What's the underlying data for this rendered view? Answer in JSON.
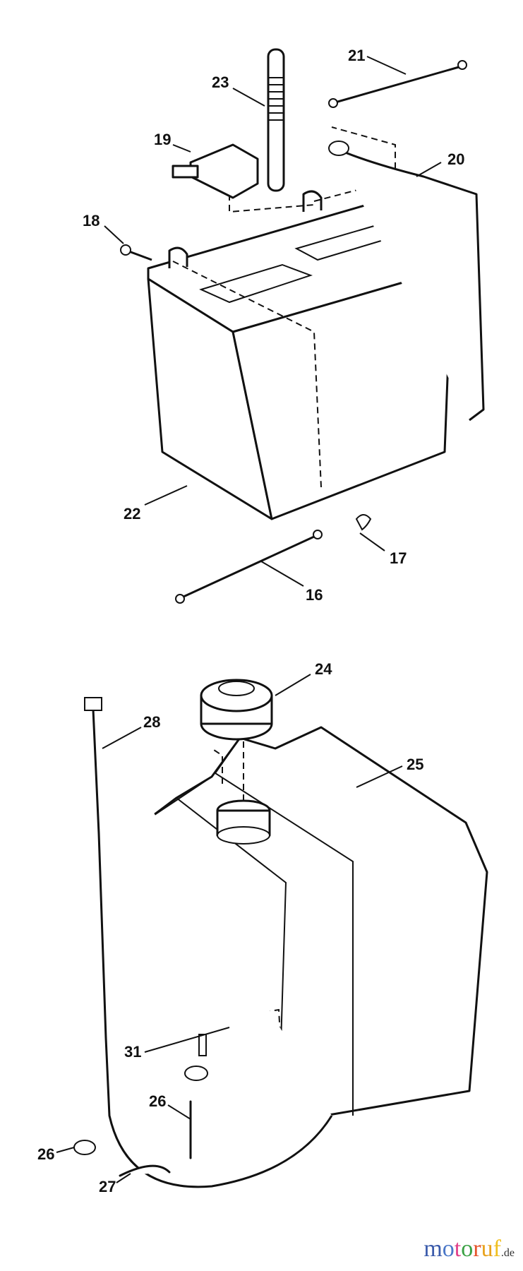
{
  "callouts": {
    "c16": "16",
    "c17": "17",
    "c18": "18",
    "c19": "19",
    "c20": "20",
    "c21": "21",
    "c22": "22",
    "c23": "23",
    "c24": "24",
    "c25": "25",
    "c26a": "26",
    "c26b": "26",
    "c27": "27",
    "c28": "28",
    "c31": "31"
  },
  "watermark": {
    "brand": "motoruf",
    "tld": ".de"
  }
}
